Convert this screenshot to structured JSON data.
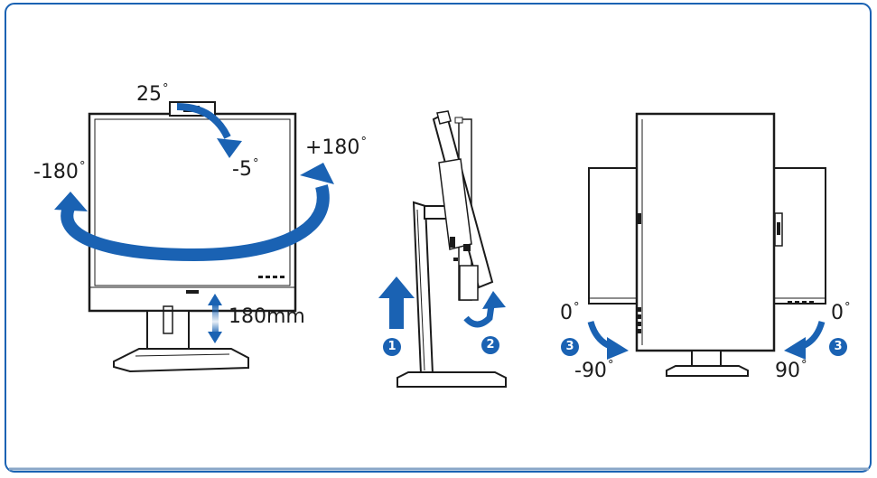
{
  "labels": {
    "tilt_up": "25",
    "tilt_down": "-5",
    "swivel_left": "-180",
    "swivel_right": "+180",
    "height": "180mm",
    "pivot_left_start": "0",
    "pivot_left_end": "-90",
    "pivot_right_start": "0",
    "pivot_right_end": "90"
  },
  "degree_symbol": "°",
  "steps": [
    "1",
    "2",
    "3",
    "3"
  ],
  "colors": {
    "frame_border": "#1a62b3",
    "arrow_blue": "#1a62b3",
    "line": "#1b1b1b"
  }
}
